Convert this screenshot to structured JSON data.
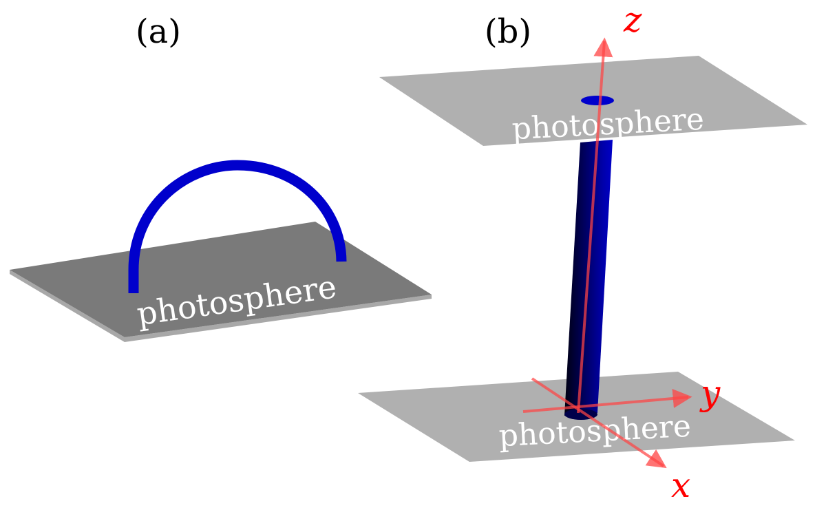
{
  "panels": {
    "a": {
      "label": "(a)",
      "surface_label": "photosphere"
    },
    "b": {
      "label": "(b)",
      "top_surface_label": "photosphere",
      "bottom_surface_label": "photosphere"
    }
  },
  "axes": {
    "x": "x",
    "y": "y",
    "z": "z"
  },
  "colors": {
    "surface_a": "#7a7a7a",
    "surface_a_edge": "#a8a8a8",
    "surface_b": "#b0b0b0",
    "flux_tube": "#0000cc",
    "axis": "#ff2222"
  }
}
